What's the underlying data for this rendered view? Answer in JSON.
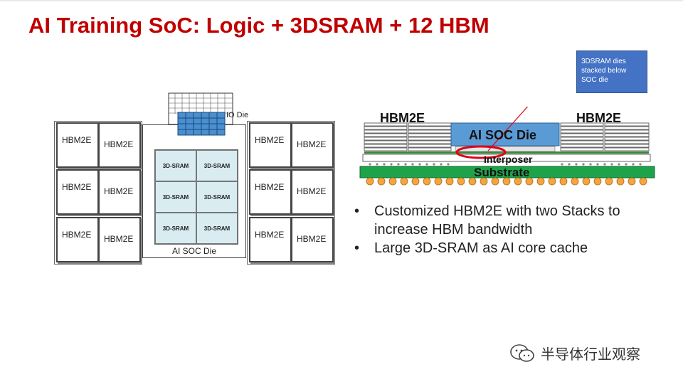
{
  "title": "AI Training SoC: Logic + 3DSRAM + 12 HBM",
  "floorplan": {
    "hbm_label": "HBM2E",
    "io_die_label": "IO Die",
    "soc_die_label": "AI SOC Die",
    "sram_label": "3D-SRAM",
    "sram_cells": [
      "3D-SRAM",
      "3D-SRAM",
      "3D-SRAM",
      "3D-SRAM",
      "3D-SRAM",
      "3D-SRAM"
    ]
  },
  "cross_section": {
    "hbm_left": "HBM2E",
    "hbm_right": "HBM2E",
    "soc_die": "AI SOC Die",
    "interposer": "Interposer",
    "substrate": "Substrate",
    "callout": "3DSRAM dies stacked below SOC die"
  },
  "bullets": [
    "Customized HBM2E with two Stacks to increase HBM bandwidth",
    "Large 3D-SRAM as AI core cache"
  ],
  "watermark": "半导体行业观察",
  "colors": {
    "title": "#c00000",
    "soc_die_fill": "#5b9bd5",
    "substrate": "#1fa34a",
    "bump": "#f2a541",
    "callout": "#4472c4",
    "highlight": "#e0001b"
  }
}
